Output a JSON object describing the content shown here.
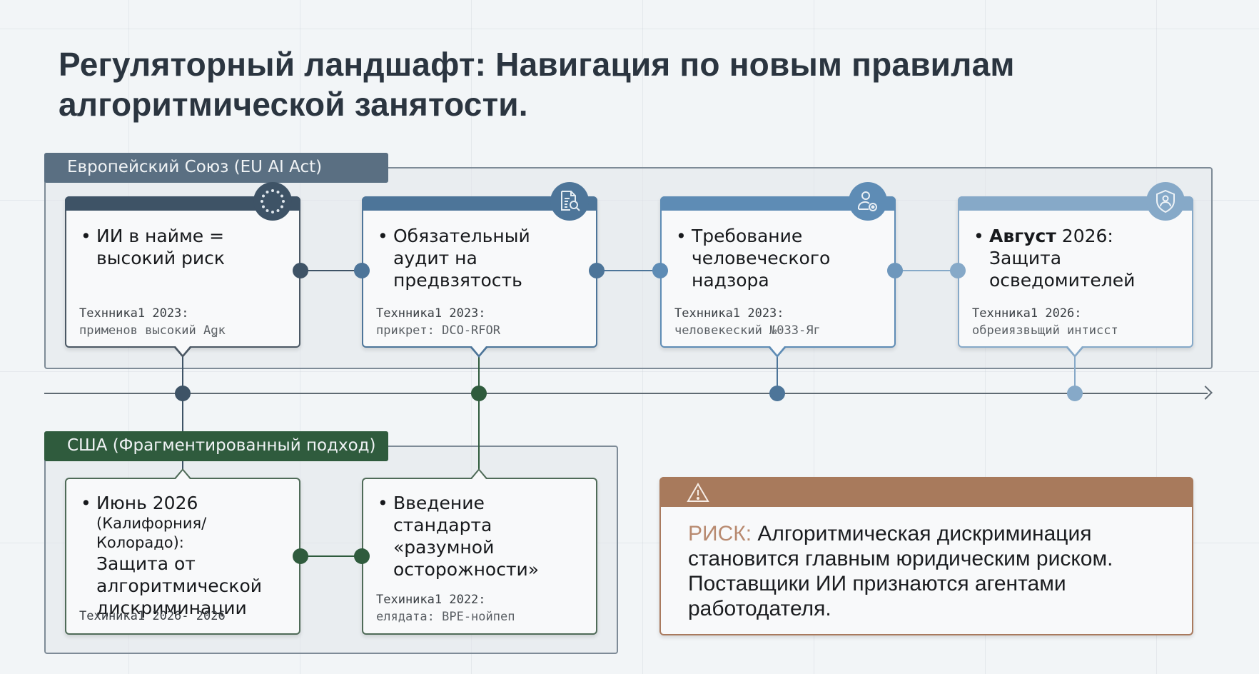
{
  "title": "Регуляторный ландшафт: Навигация по новым правилам алгоритмической занятости.",
  "colors": {
    "eu_dark": "#3e5366",
    "eu_mid": "#4d7599",
    "eu_light": "#5e8cb5",
    "eu_pale": "#86a9c8",
    "us_green": "#2f5b3d",
    "risk_brown": "#a87a5c",
    "risk_label": "#b88a70"
  },
  "eu": {
    "label": "Европейский Союз (EU AI Act)",
    "cards": [
      {
        "icon": "eu-stars-icon",
        "bold": "",
        "text": "ИИ в найме = высокий риск",
        "tech_line1": "Технника1 2023:",
        "tech_line2": "применов высокий Аꬶк"
      },
      {
        "icon": "document-search-icon",
        "bold": "",
        "text": "Обязательный аудит на предвзятость",
        "tech_line1": "Технника1 2023:",
        "tech_line2": "прикрет: DCO-RFOR"
      },
      {
        "icon": "user-oversight-icon",
        "bold": "",
        "text": "Требование человеческого надзора",
        "tech_line1": "Технника1 2023:",
        "tech_line2": "человекеский №033-Яг"
      },
      {
        "icon": "shield-user-icon",
        "bold": "Август",
        "text": " 2026: Защита осведомителей",
        "tech_line1": "Технника1 2026:",
        "tech_line2": "обреиязвьщий интисст"
      }
    ]
  },
  "us": {
    "label": "США (Фрагментированный подход)",
    "cards": [
      {
        "line1": "Июнь 2026",
        "line2": "(Калифорния/Колорадо):",
        "line3": "Защита от алгоритмической дискриминации",
        "tech_line1": "Техиника1 2026- 2026",
        "tech_line2": ""
      },
      {
        "line1": "Введение стандарта «разумной осторожности»",
        "line2": "",
        "line3": "",
        "tech_line1": "Техиника1 2022:",
        "tech_line2": "елядата: ВРЕ-нойпеп"
      }
    ]
  },
  "risk": {
    "icon": "warning-icon",
    "label": "РИСК:",
    "text": " Алгоритмическая дискриминация становится главным юридическим риском. Поставщики ИИ признаются агентами работодателя."
  }
}
